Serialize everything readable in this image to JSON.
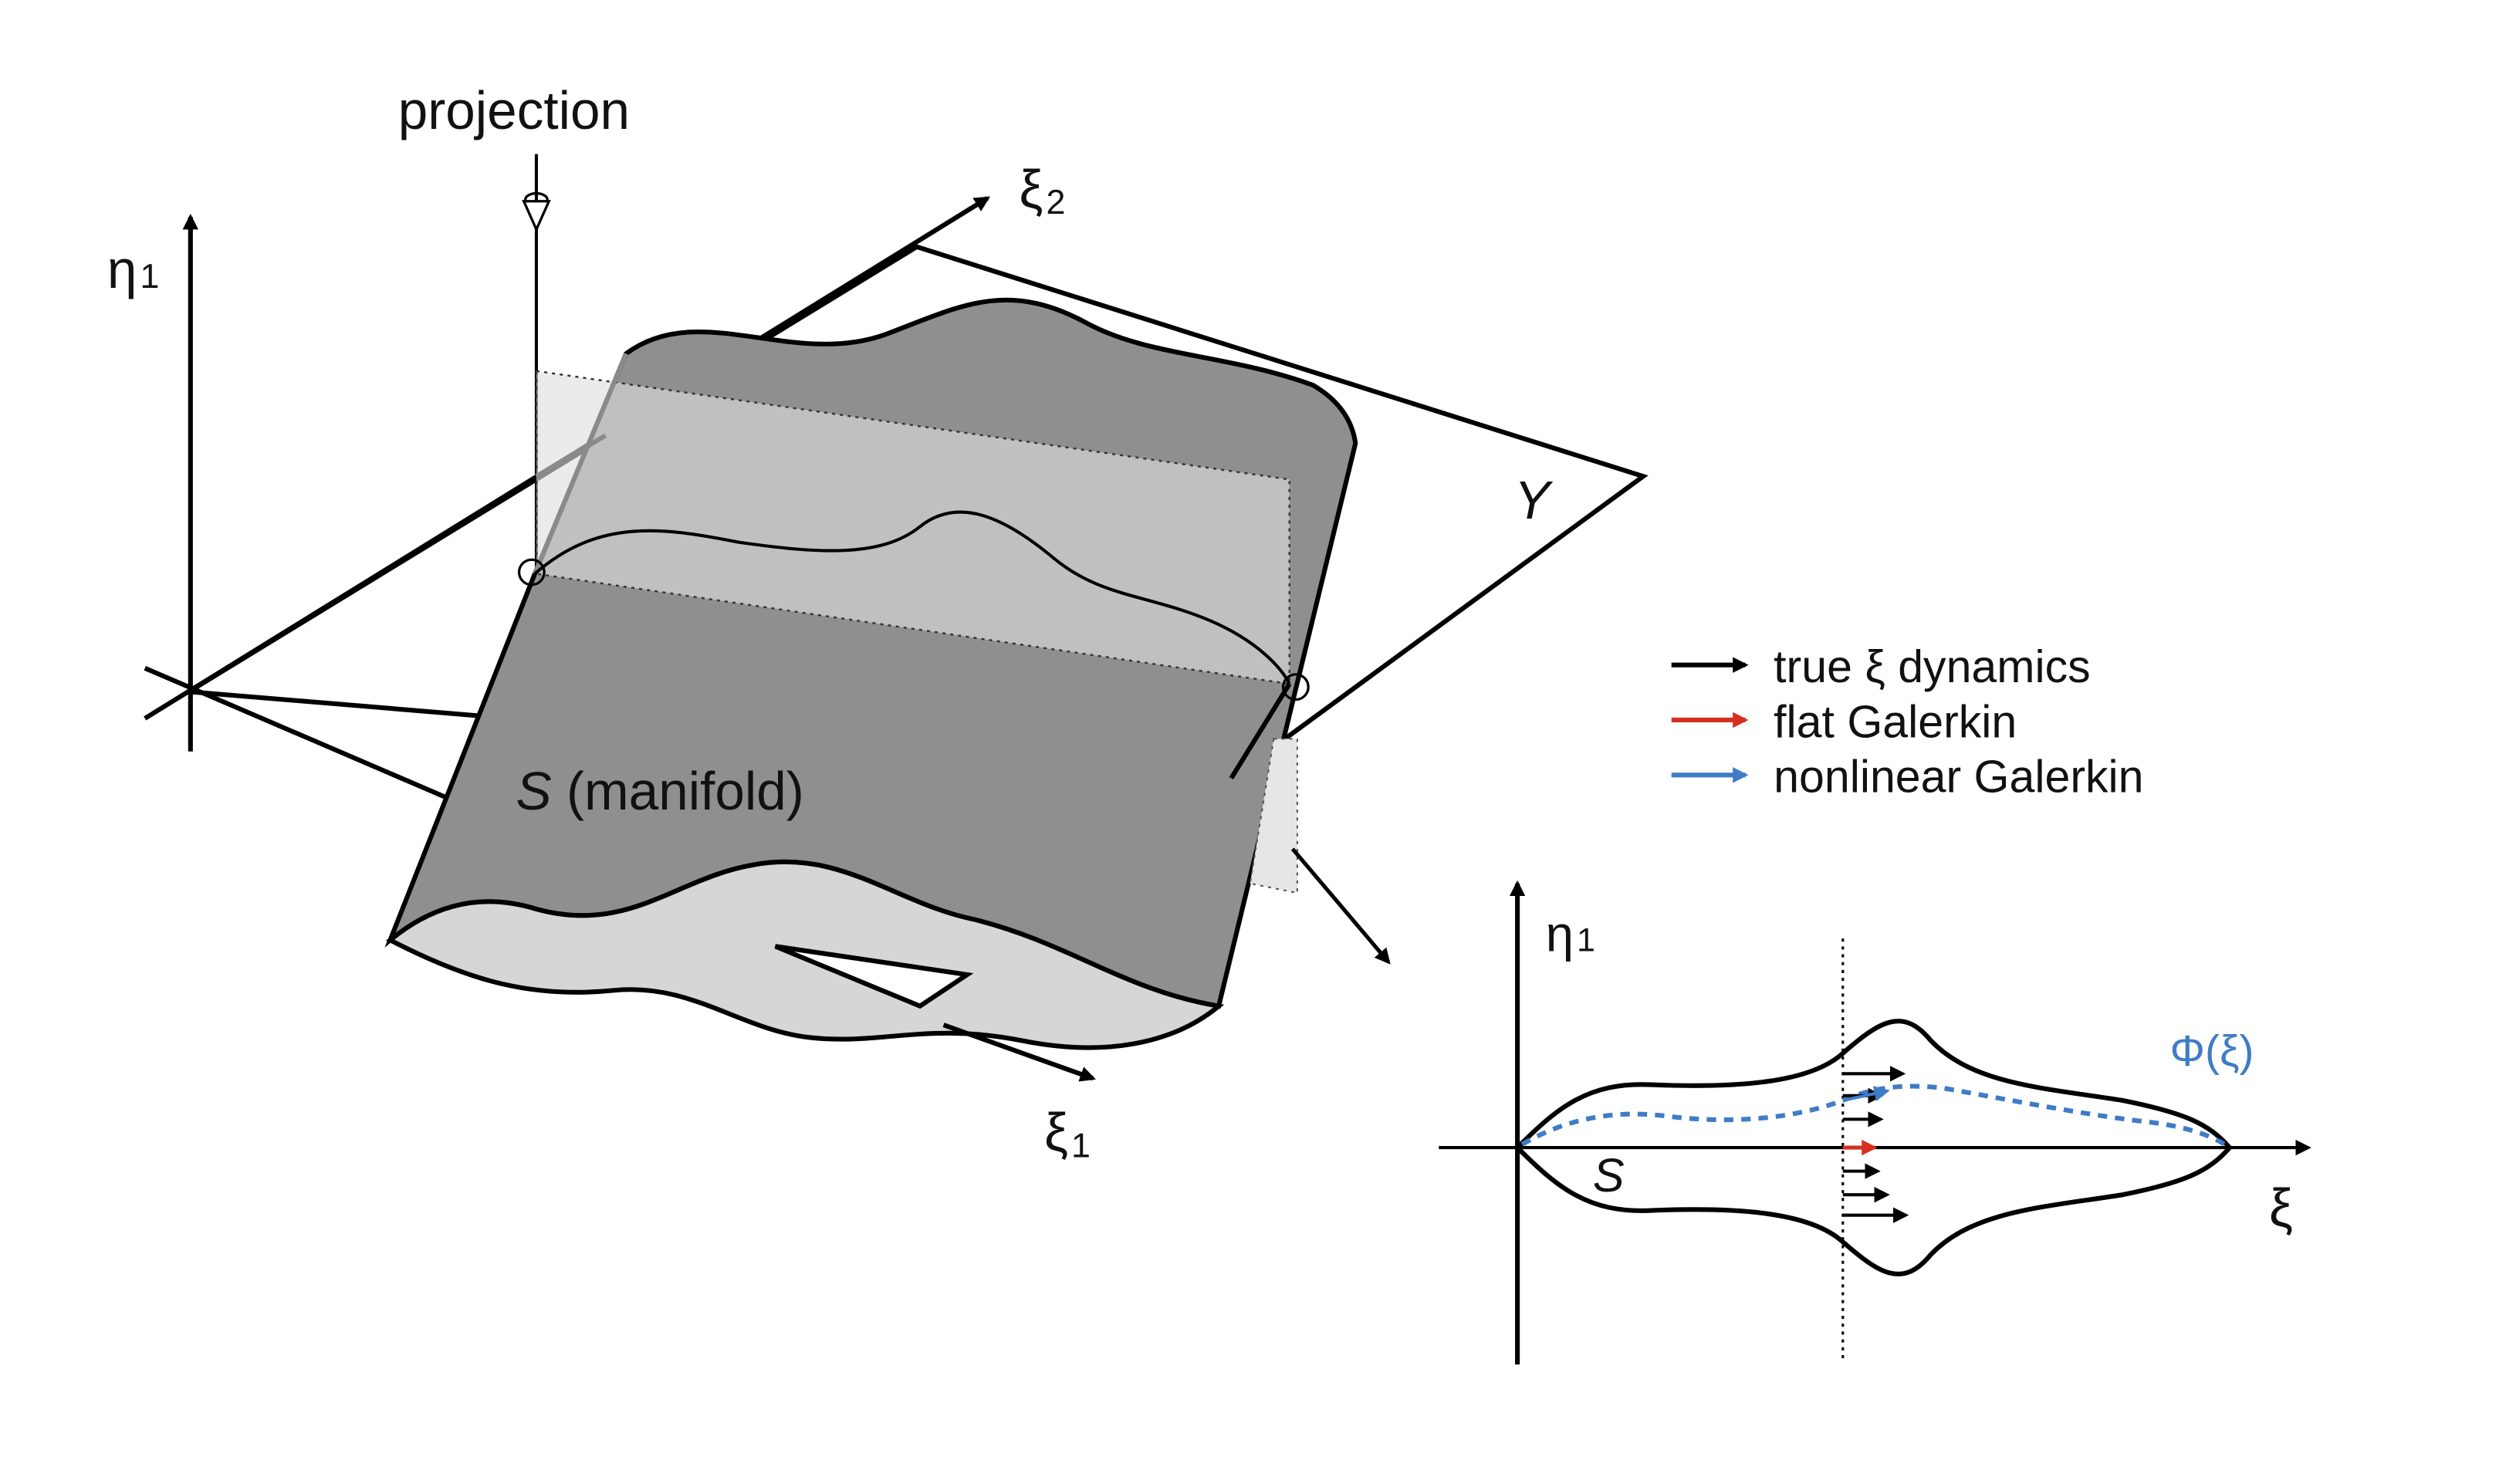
{
  "main_diagram": {
    "projection_label": "projection",
    "axis_eta1": "η",
    "axis_eta1_sub": "1",
    "axis_xi2": "ξ",
    "axis_xi2_sub": "2",
    "axis_xi1": "ξ",
    "axis_xi1_sub": "1",
    "plane_label": "Y",
    "manifold_symbol": "S",
    "manifold_text": " (manifold)"
  },
  "legend": {
    "items": [
      {
        "label": "true ξ dynamics",
        "color": "#000000"
      },
      {
        "label": "flat Galerkin",
        "color": "#d4301f"
      },
      {
        "label": "nonlinear Galerkin",
        "color": "#3f7cc6"
      }
    ]
  },
  "inset": {
    "axis_eta1": "η",
    "axis_eta1_sub": "1",
    "axis_xi": "ξ",
    "region_label": "S",
    "phi_label": "Φ(ξ)",
    "phi_color": "#3f7cc6"
  },
  "colors": {
    "manifold_dark": "#8f8f8f",
    "manifold_light": "#d6d6d6",
    "slice_plane": "#c8c8c8"
  }
}
